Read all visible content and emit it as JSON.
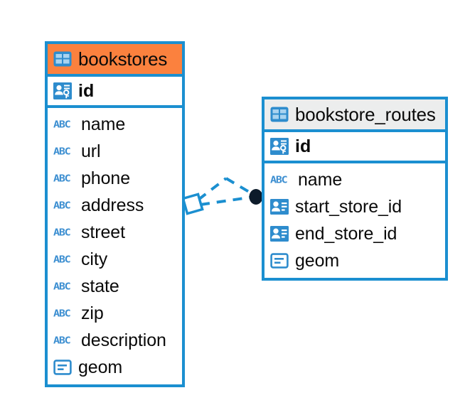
{
  "diagram": {
    "type": "entity-relationship-diagram",
    "background": "#ffffff",
    "accent_blue": "#1b8fd0",
    "accent_orange": "#fb813e",
    "header_gray": "#eceded",
    "icon_blue": "#3d8fd1",
    "endpoint_dark": "#0d1b2a"
  },
  "tables": [
    {
      "name": "bookstores",
      "header_color": "#fb813e",
      "header_icon": "table-icon",
      "primary_key": {
        "label": "id",
        "icon": "primary-key-icon"
      },
      "fields": [
        {
          "label": "name",
          "icon": "abc-text-icon",
          "type": "text"
        },
        {
          "label": "url",
          "icon": "abc-text-icon",
          "type": "text"
        },
        {
          "label": "phone",
          "icon": "abc-text-icon",
          "type": "text"
        },
        {
          "label": "address",
          "icon": "abc-text-icon",
          "type": "text"
        },
        {
          "label": "street",
          "icon": "abc-text-icon",
          "type": "text"
        },
        {
          "label": "city",
          "icon": "abc-text-icon",
          "type": "text"
        },
        {
          "label": "state",
          "icon": "abc-text-icon",
          "type": "text"
        },
        {
          "label": "zip",
          "icon": "abc-text-icon",
          "type": "text"
        },
        {
          "label": "description",
          "icon": "abc-text-icon",
          "type": "text"
        },
        {
          "label": "geom",
          "icon": "geometry-icon",
          "type": "geometry"
        }
      ]
    },
    {
      "name": "bookstore_routes",
      "header_color": "#eceded",
      "header_icon": "table-icon",
      "primary_key": {
        "label": "id",
        "icon": "primary-key-icon"
      },
      "fields": [
        {
          "label": "name",
          "icon": "abc-text-icon",
          "type": "text"
        },
        {
          "label": "start_store_id",
          "icon": "foreign-key-icon",
          "type": "foreign-key"
        },
        {
          "label": "end_store_id",
          "icon": "foreign-key-icon",
          "type": "foreign-key"
        },
        {
          "label": "geom",
          "icon": "geometry-icon",
          "type": "geometry"
        }
      ]
    }
  ],
  "relationship": {
    "from_table": "bookstores",
    "to_table": "bookstore_routes",
    "style": "dashed",
    "color": "#1b8fd0",
    "source_marker": "diamond-outline",
    "target_marker": "filled-circle"
  }
}
